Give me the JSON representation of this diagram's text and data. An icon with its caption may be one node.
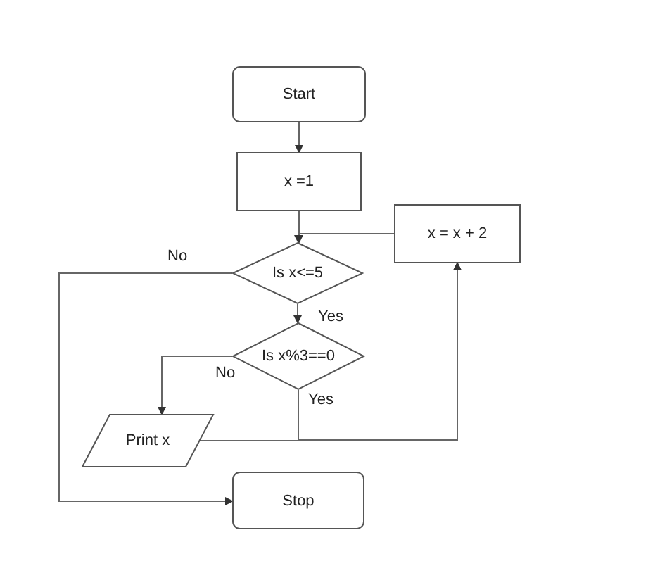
{
  "diagram": {
    "nodes": [
      {
        "text": [
          "Start"
        ]
      },
      {
        "text": [
          "x =1"
        ]
      },
      {
        "text": [
          "x = x + 2"
        ]
      },
      {
        "text": [
          "Is x<=5"
        ]
      },
      {
        "text": [
          "Is x%3==0"
        ]
      },
      {
        "text": [
          "Print x"
        ]
      },
      {
        "text": [
          "Stop"
        ]
      }
    ],
    "edges": [
      {
        "from": 0,
        "to": 1,
        "arrow": "to"
      },
      {
        "from": 1,
        "to": 3,
        "arrow": "to"
      },
      {
        "from": 2,
        "to": 3,
        "arrow": "to"
      },
      {
        "from": 3,
        "to": 6,
        "arrow": "to",
        "label": "No"
      },
      {
        "from": 3,
        "to": 4,
        "arrow": "to",
        "label": "Yes"
      },
      {
        "from": 4,
        "to": 5,
        "arrow": "to",
        "label": "No"
      },
      {
        "from": 4,
        "to": 2,
        "arrow": "to",
        "label": "Yes"
      },
      {
        "from": 5,
        "to": 2,
        "arrow": "to"
      }
    ]
  }
}
